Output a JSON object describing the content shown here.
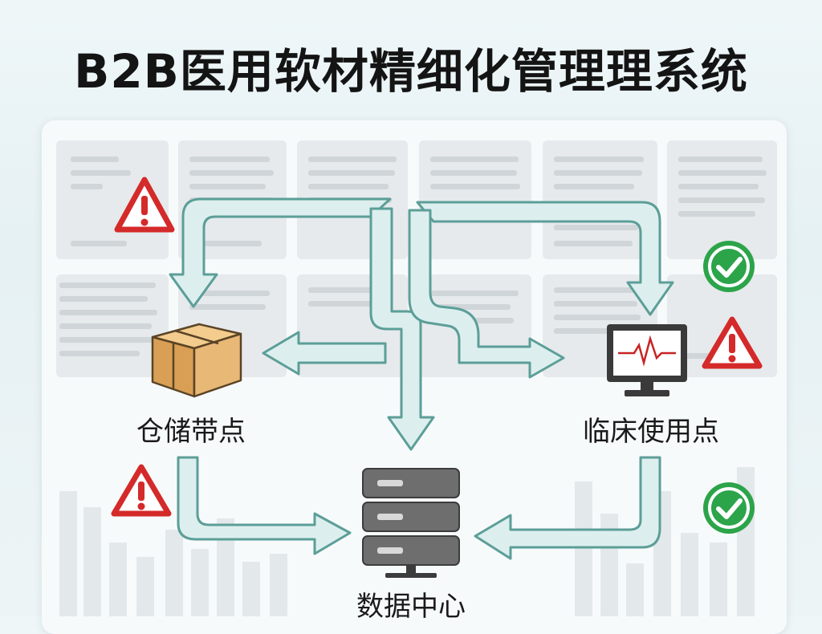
{
  "title": "B2B医用软材精细化管理理系统",
  "nodes": {
    "warehouse": {
      "label": "仓储带点",
      "icon": "box-icon"
    },
    "clinical": {
      "label": "临床使用点",
      "icon": "monitor-icon"
    },
    "data_center": {
      "label": "数据中心",
      "icon": "server-icon"
    }
  },
  "status_icons": [
    "warning-icon",
    "check-icon"
  ],
  "colors": {
    "arrow_fill": "#dcefee",
    "arrow_stroke": "#5c9e98",
    "warning": "#d42a2a",
    "check": "#2ca44a",
    "box": "#e8b877",
    "server": "#6e6e6e"
  }
}
